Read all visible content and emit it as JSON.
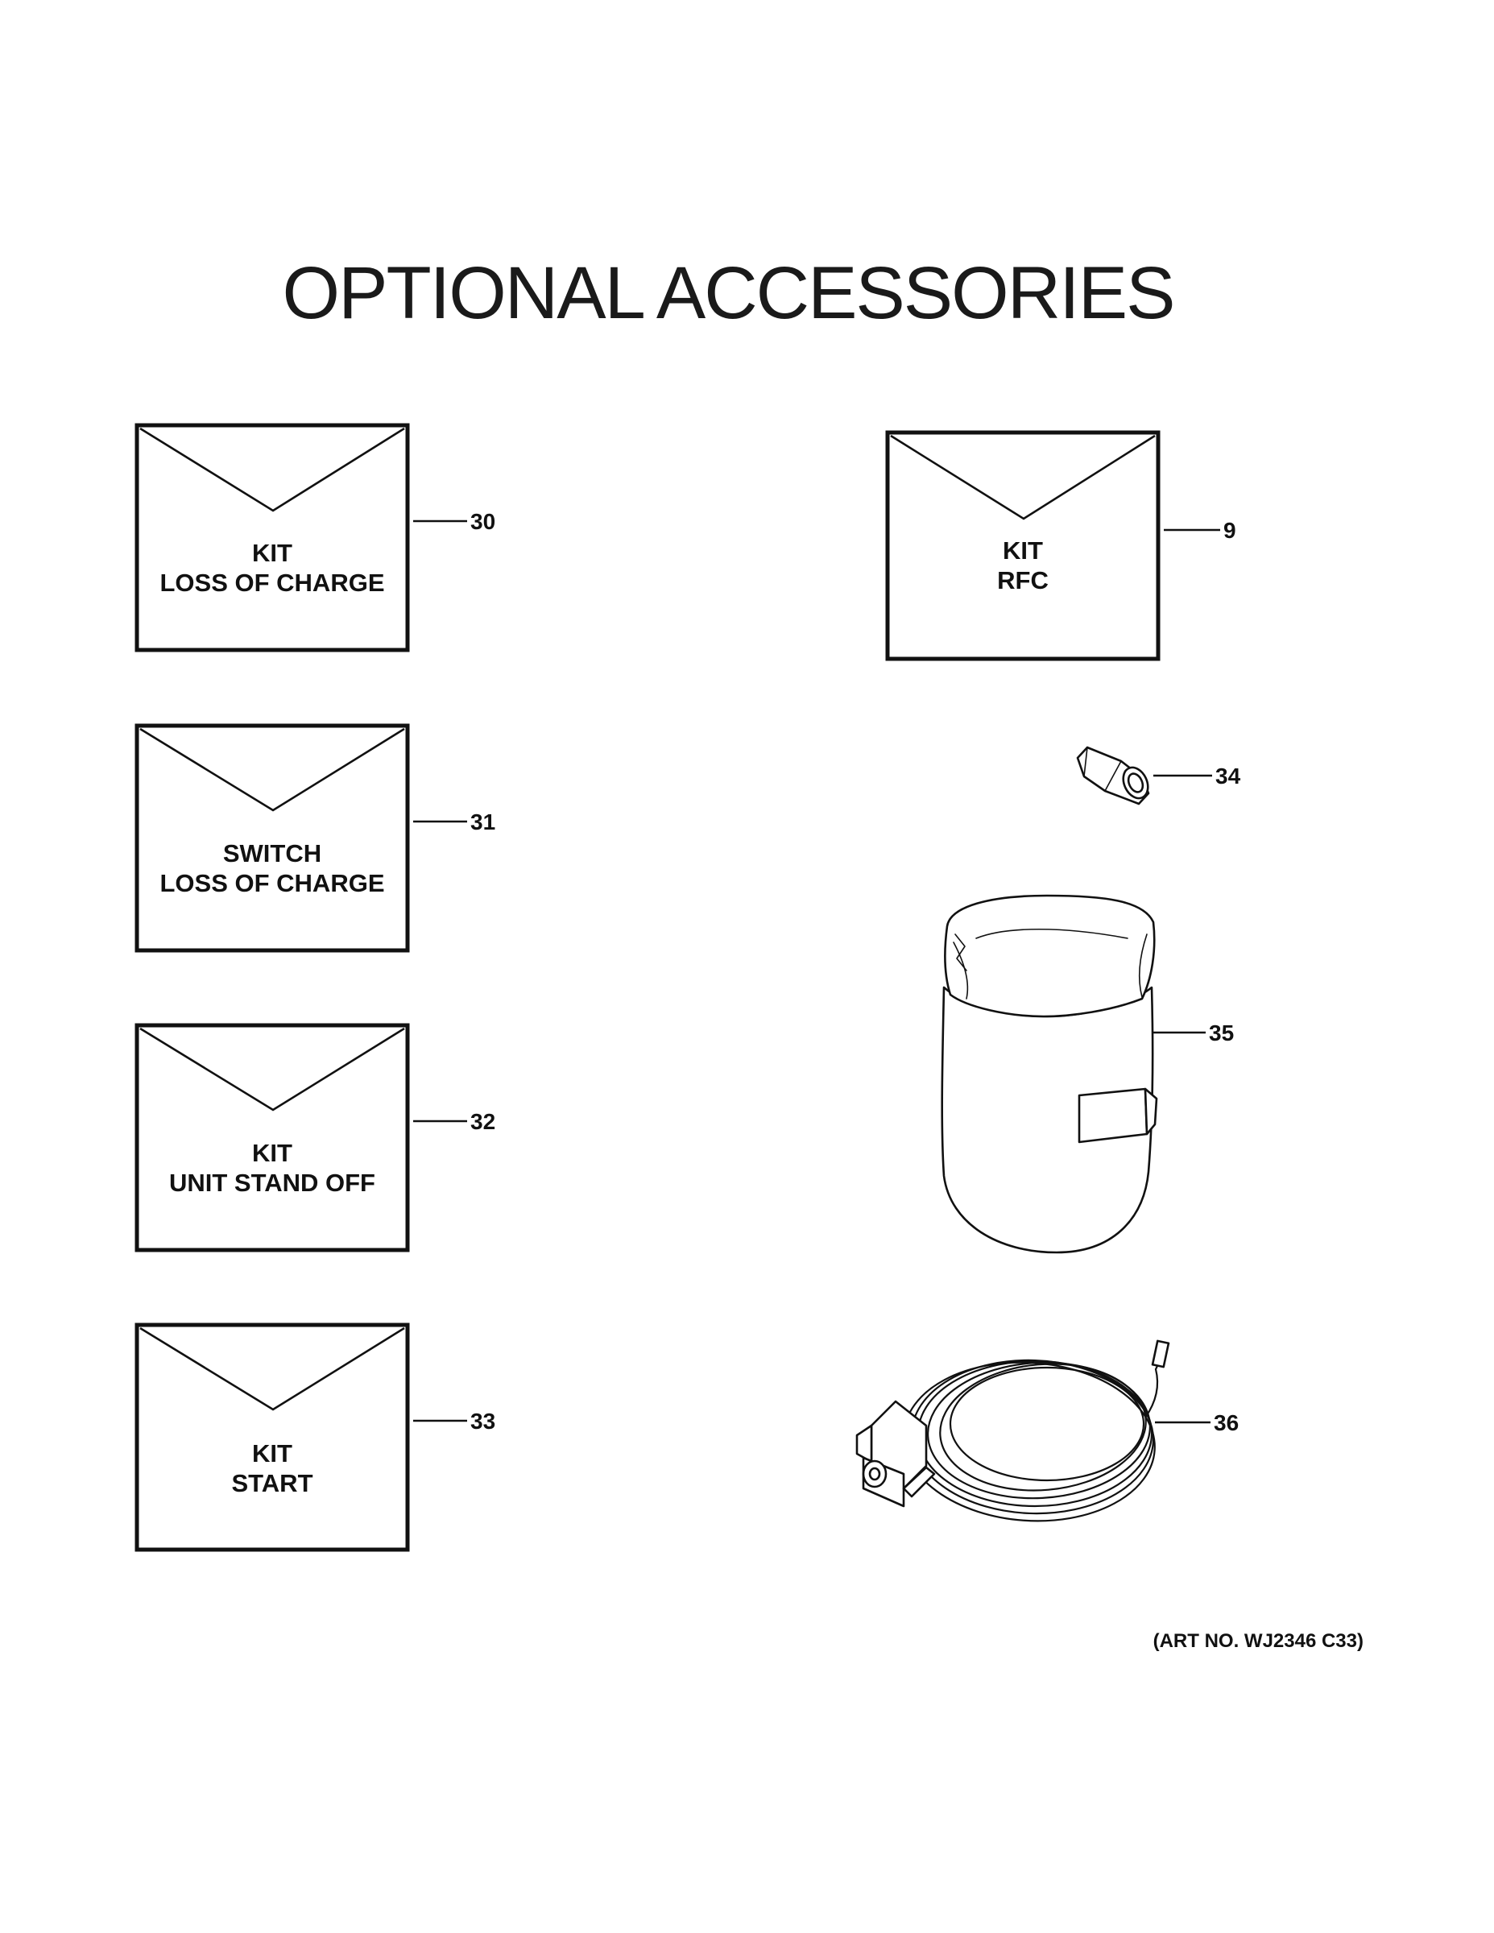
{
  "title": "OPTIONAL ACCESSORIES",
  "art_number": "(ART NO. WJ2346 C33)",
  "kits": [
    {
      "callout": "30",
      "line1": "KIT",
      "line2": "LOSS OF CHARGE"
    },
    {
      "callout": "31",
      "line1": "SWITCH",
      "line2": "LOSS OF CHARGE"
    },
    {
      "callout": "32",
      "line1": "KIT",
      "line2": "UNIT STAND OFF"
    },
    {
      "callout": "33",
      "line1": "KIT",
      "line2": "START"
    },
    {
      "callout": "9",
      "line1": "KIT",
      "line2": "RFC"
    }
  ],
  "parts": [
    {
      "callout": "34",
      "icon": "hex-coupling-nut-icon"
    },
    {
      "callout": "35",
      "icon": "compressor-blanket-icon"
    },
    {
      "callout": "36",
      "icon": "coiled-cable-heater-icon"
    }
  ]
}
